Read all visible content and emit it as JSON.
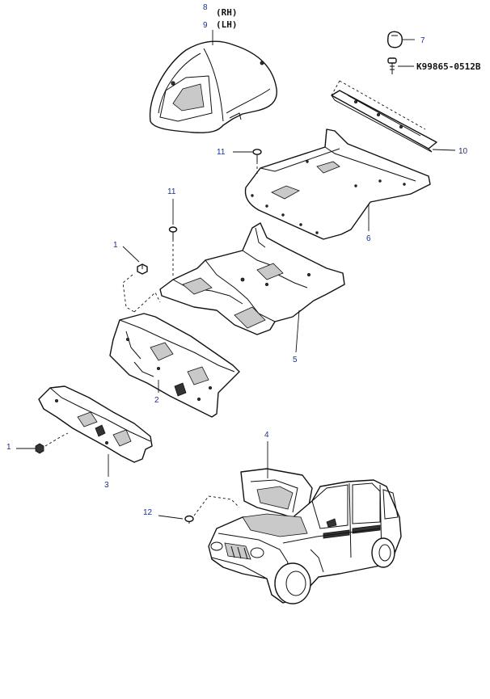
{
  "diagram": {
    "side_labels": {
      "rh": "(RH)",
      "lh": "(LH)"
    },
    "part_code": "K99865-0512B",
    "callouts": {
      "c1a": "1",
      "c1b": "1",
      "c2": "2",
      "c3": "3",
      "c4": "4",
      "c5": "5",
      "c6": "6",
      "c7": "7",
      "c8": "8",
      "c9": "9",
      "c10": "10",
      "c11a": "11",
      "c11b": "11",
      "c12": "12"
    }
  }
}
